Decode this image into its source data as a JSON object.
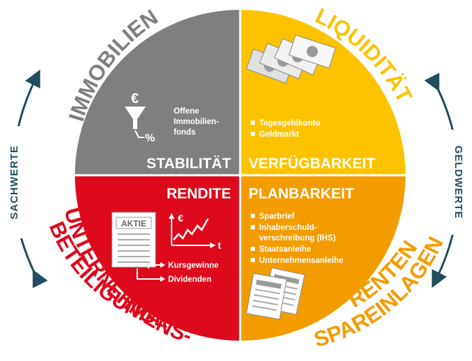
{
  "colors": {
    "immobilien": "#7f7f7f",
    "liquiditaet": "#fdc300",
    "unternehmen": "#dd0a1c",
    "renten": "#f39c00",
    "side": "#1f4e5f"
  },
  "quadrants": {
    "top_left": {
      "arc_label": "IMMOBILIEN",
      "title": "STABILITÄT",
      "items": [
        "Offene",
        "Immobilien-",
        "fonds"
      ],
      "icon": "euro-funnel-percent-icon",
      "icon_euro": "€",
      "icon_percent": "%"
    },
    "top_right": {
      "arc_label": "LIQUIDITÄT",
      "title": "VERFÜGBARKEIT",
      "items": [
        "Tagesgeldkonto",
        "Geldmarkt"
      ],
      "icon": "euro-banknotes-icon"
    },
    "bottom_left": {
      "arc_label_1": "UNTERNEHMENS-",
      "arc_label_2": "BETEILIGUNGEN",
      "title": "RENDITE",
      "stock_label": "AKTIE",
      "chart_euro": "€",
      "chart_t": "t",
      "items": [
        "Kursgewinne",
        "Dividenden"
      ]
    },
    "bottom_right": {
      "arc_label_1": "RENTEN",
      "arc_label_2": "SPAREINLAGEN",
      "title": "PLANBARKEIT",
      "items": [
        "Sparbrief",
        "Inhaberschuld-",
        "verschreibung (IHS)",
        "Staatsanleihe",
        "Unternehmensanleihe"
      ],
      "icon": "documents-icon"
    }
  },
  "sides": {
    "left": "SACHWERTE",
    "right": "GELDWERTE"
  }
}
